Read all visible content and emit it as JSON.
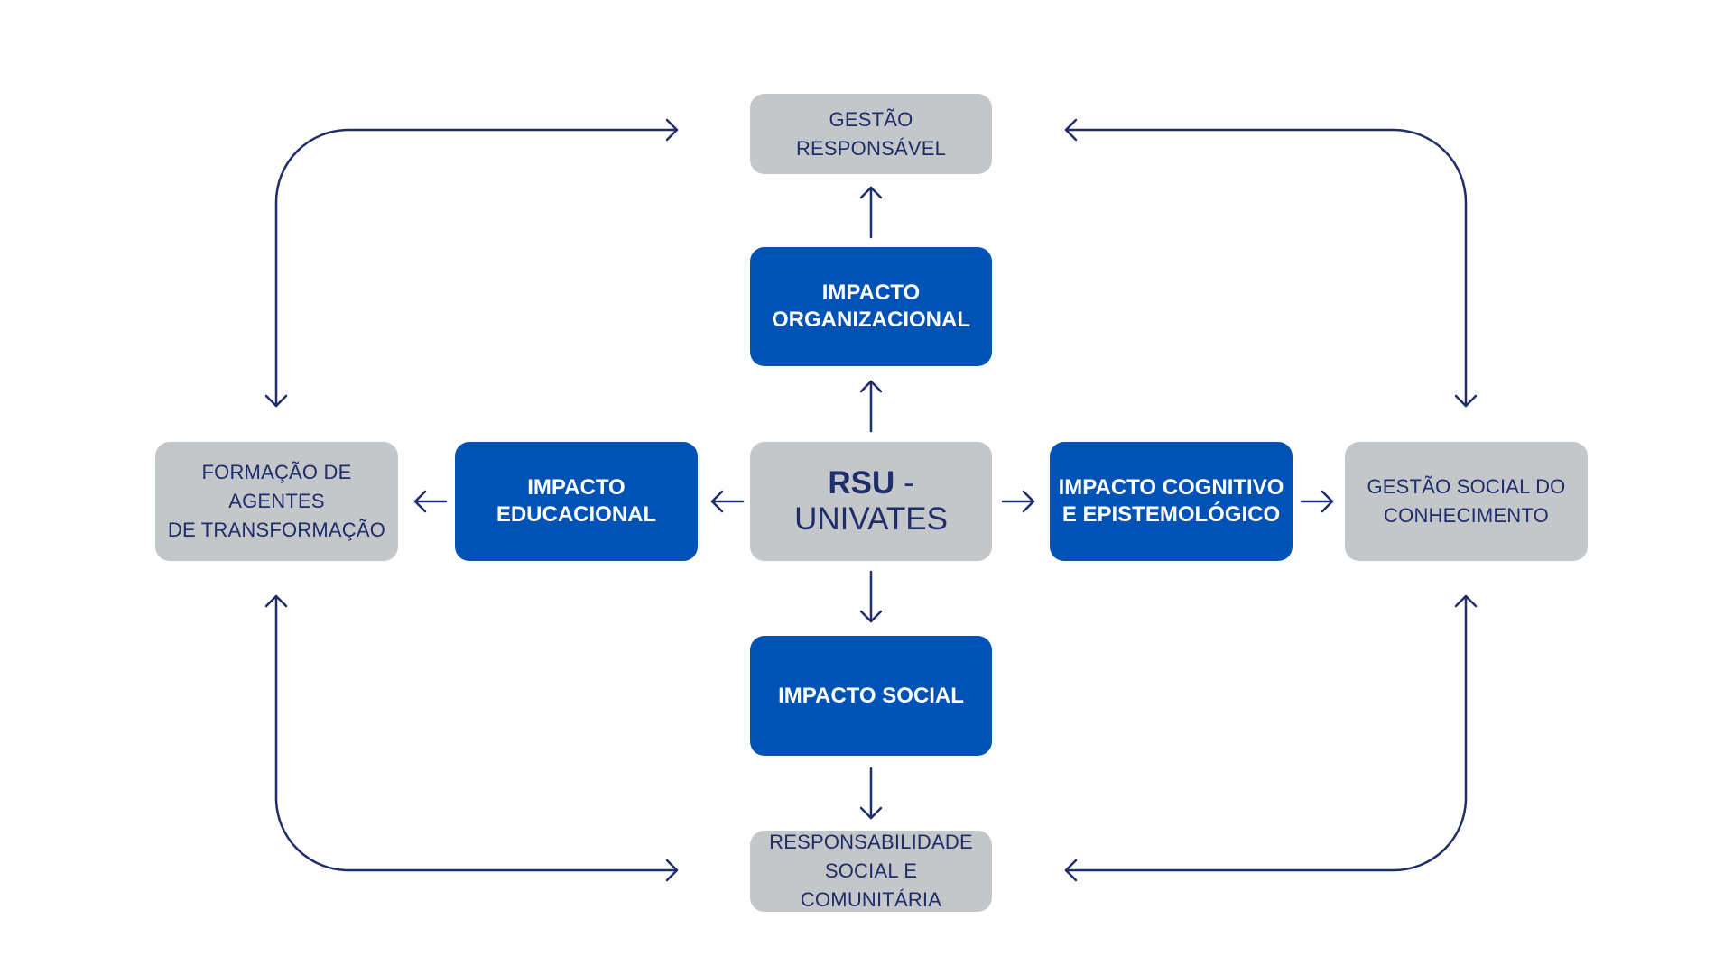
{
  "diagram": {
    "center": {
      "strong": "RSU",
      "rest": " - UNIVATES"
    },
    "impacts": {
      "organizational": "IMPACTO\nORGANIZACIONAL",
      "educational": "IMPACTO\nEDUCACIONAL",
      "cognitive": "IMPACTO COGNITIVO\nE EPISTEMOLÓGICO",
      "social": "IMPACTO SOCIAL"
    },
    "outcomes": {
      "top": "GESTÃO\nRESPONSÁVEL",
      "left": "FORMAÇÃO DE AGENTES\nDE TRANSFORMAÇÃO",
      "right": "GESTÃO SOCIAL DO\nCONHECIMENTO",
      "bottom": "RESPONSABILIDADE\nSOCIAL E COMUNITÁRIA"
    },
    "colors": {
      "impact_box": "#0052b4",
      "outcome_box": "#c3c7c9",
      "connector": "#1f2d6b",
      "outcome_text": "#1f2d6b",
      "impact_text": "#ffffff"
    }
  }
}
